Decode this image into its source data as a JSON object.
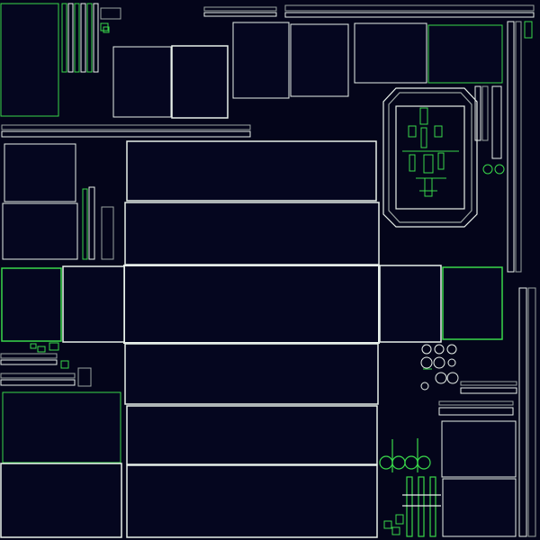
{
  "colors": {
    "background": "#04051a",
    "island_fill": "#05061f",
    "edge_white": "#e8f0ea",
    "edge_green": "#39d84a",
    "edge_grey": "#9aa3a0"
  },
  "layout": {
    "islands": [
      {
        "name": "uv-island-1"
      },
      {
        "name": "uv-island-2"
      },
      {
        "name": "uv-island-3"
      },
      {
        "name": "uv-island-4"
      },
      {
        "name": "uv-island-5"
      },
      {
        "name": "uv-island-6"
      }
    ]
  }
}
